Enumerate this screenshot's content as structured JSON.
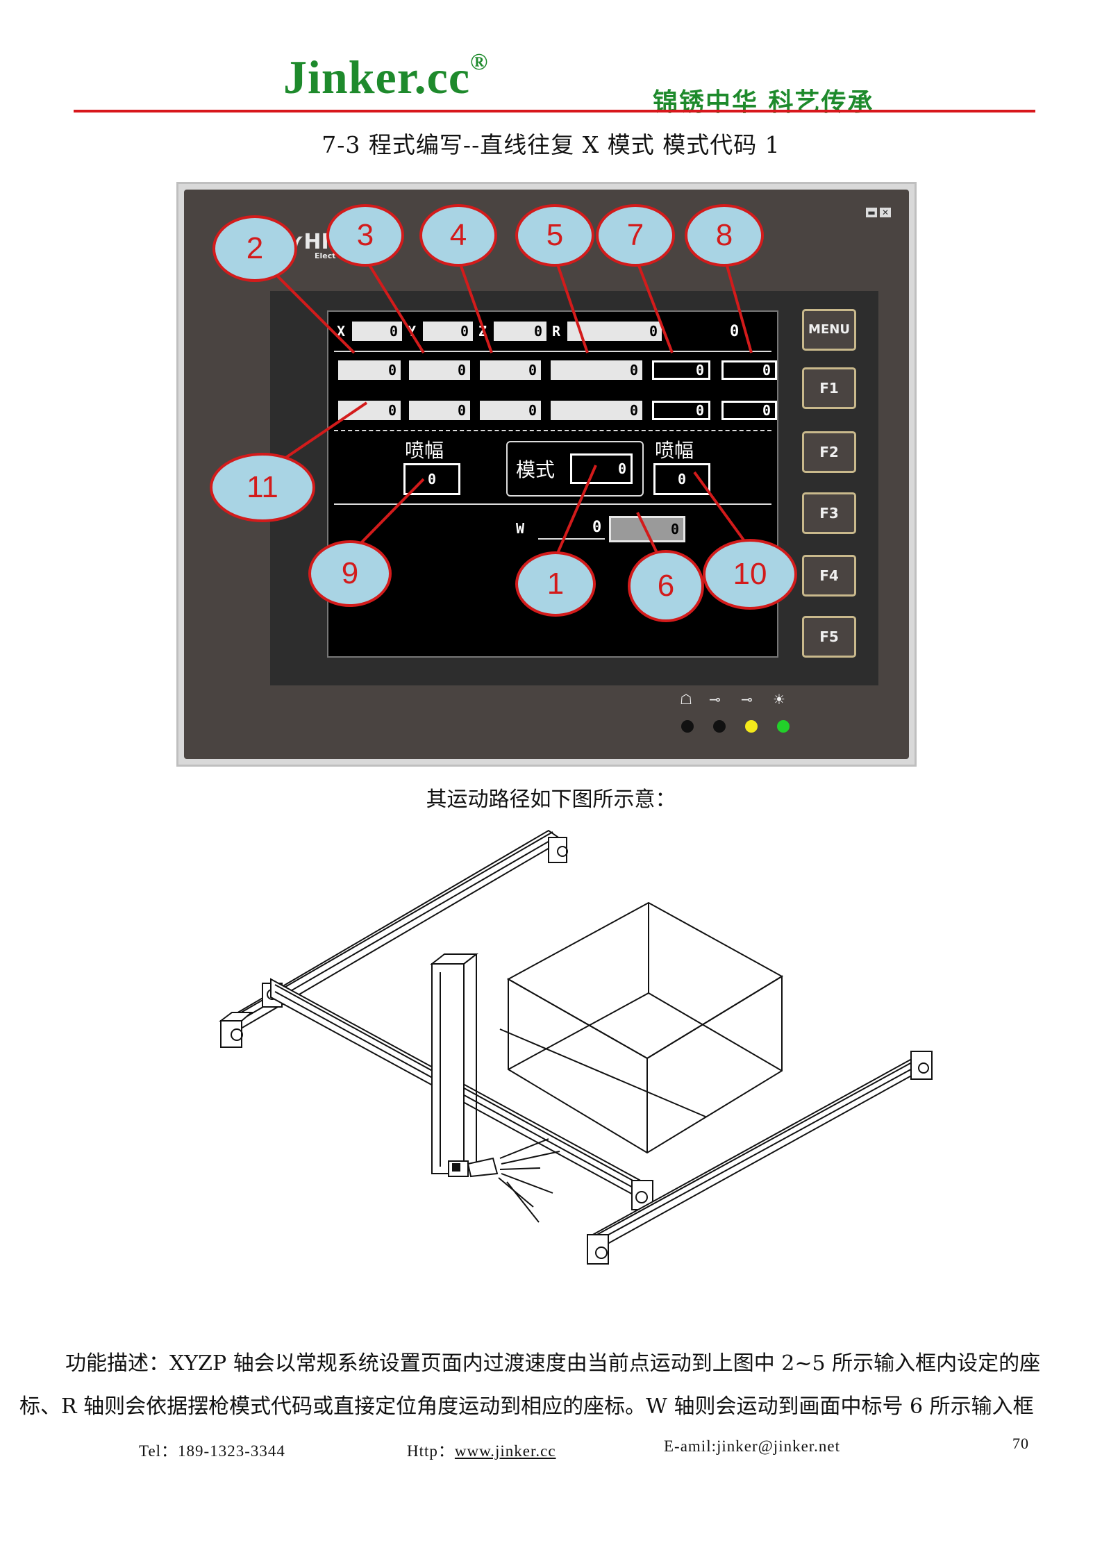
{
  "header": {
    "logo": "Jinker.cc",
    "logo_mark": "®",
    "slogan": "锦锈中华 科艺传承",
    "colors": {
      "brand_green": "#1e8a2c",
      "rule_red": "#d8171c"
    }
  },
  "page_title": "7-3 程式编写--直线往复 X 模式 模式代码 1",
  "hmi": {
    "brand_text": "HI",
    "brand_sub": "Elect",
    "window_buttons": [
      "minimize-icon",
      "close-icon"
    ],
    "axis_labels": [
      "X",
      "Y",
      "Z",
      "R"
    ],
    "axis_values": [
      "0",
      "0",
      "0",
      "0"
    ],
    "axis_extra_value": "0",
    "row1_values": [
      "0",
      "0",
      "0",
      "0",
      "0",
      "0"
    ],
    "row2_values": [
      "0",
      "0",
      "0",
      "0",
      "0",
      "0"
    ],
    "spray_left_label": "喷幅",
    "spray_left_value": "0",
    "mode_label": "模式",
    "mode_value": "0",
    "spray_right_label": "喷幅",
    "spray_right_value": "0",
    "w_label": "W",
    "w_value": "0",
    "w_field_value": "0",
    "side_buttons": [
      "MENU",
      "F1",
      "F2",
      "F3",
      "F4",
      "F5"
    ],
    "status_icons": [
      "network-icon",
      "key-icon",
      "key-icon",
      "light-icon"
    ],
    "led_colors": [
      "#111111",
      "#111111",
      "#f4e91b",
      "#22d02a"
    ]
  },
  "callouts": [
    "2",
    "3",
    "4",
    "5",
    "7",
    "8",
    "11",
    "9",
    "1",
    "6",
    "10"
  ],
  "caption": "其运动路径如下图所示意：",
  "description": {
    "line1": "功能描述：XYZP 轴会以常规系统设置页面内过渡速度由当前点运动到上图中 2~5 所示输入框内设定的座",
    "line2": "标、R 轴则会依据摆枪模式代码或直接定位角度运动到相应的座标。W 轴则会运动到画面中标号 6 所示输入框"
  },
  "footer": {
    "tel": "Tel：189-1323-3344",
    "http_label": "Http：",
    "http_link": "www.jinker.cc",
    "email": "E-amil:jinker@jinker.net",
    "page_number": "70"
  }
}
